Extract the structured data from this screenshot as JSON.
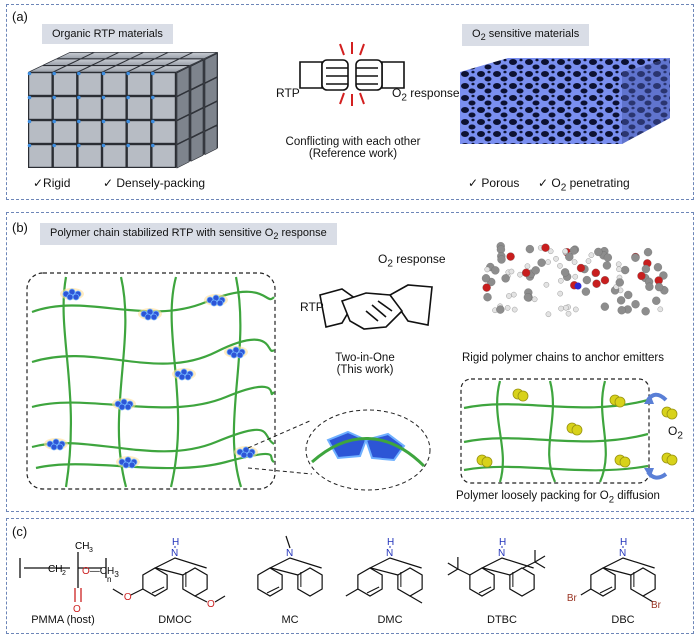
{
  "panel_a": {
    "label": "(a)",
    "left_title": "Organic RTP materials",
    "right_title_prefix": "O",
    "right_title_sub": "2",
    "right_title_suffix": " sensitive materials",
    "fist_left": "RTP",
    "fist_right_prefix": "O",
    "fist_right_sub": "2",
    "fist_right_suffix": " response",
    "conflict_line1": "Conflicting with each other",
    "conflict_line2": "(Reference work)",
    "prop1": "✓Rigid",
    "prop2": "✓ Densely-packing",
    "prop3": "✓ Porous",
    "prop4_prefix": "✓ O",
    "prop4_sub": "2",
    "prop4_suffix": " penetrating"
  },
  "panel_b": {
    "label": "(b)",
    "title_prefix": "Polymer chain stabilized RTP with sensitive O",
    "title_sub": "2",
    "title_suffix": " response",
    "hand_left": "RTP",
    "hand_right_prefix": "O",
    "hand_right_sub": "2",
    "hand_right_suffix": " response",
    "twoinone_line1": "Two-in-One",
    "twoinone_line2": "(This work)",
    "rigid_caption": "Rigid polymer chains to anchor emitters",
    "o2_prefix": "O",
    "o2_sub": "2",
    "loose_prefix": "Polymer loosely packing for O",
    "loose_sub": "2",
    "loose_suffix": " diffusion"
  },
  "panel_c": {
    "label": "(c)",
    "molecules": [
      "PMMA (host)",
      "DMOC",
      "MC",
      "DMC",
      "DTBC",
      "DBC"
    ],
    "atom_labels": {
      "nh": "H",
      "n": "N",
      "o": "O",
      "br": "Br",
      "ch3": "CH",
      "ch3_sub": "3",
      "och3": "O—CH",
      "och3_sub": "3",
      "n_sub": "n"
    }
  },
  "colors": {
    "panel_border": "#6d86b8",
    "title_bg": "#d9dde6",
    "polymer_green": "#3ea53e",
    "emitter_blue": "#2d55d6",
    "o2_yellow": "#d8d21a",
    "arrow_blue": "#5a7fd6",
    "conflict_red": "#d32020"
  }
}
